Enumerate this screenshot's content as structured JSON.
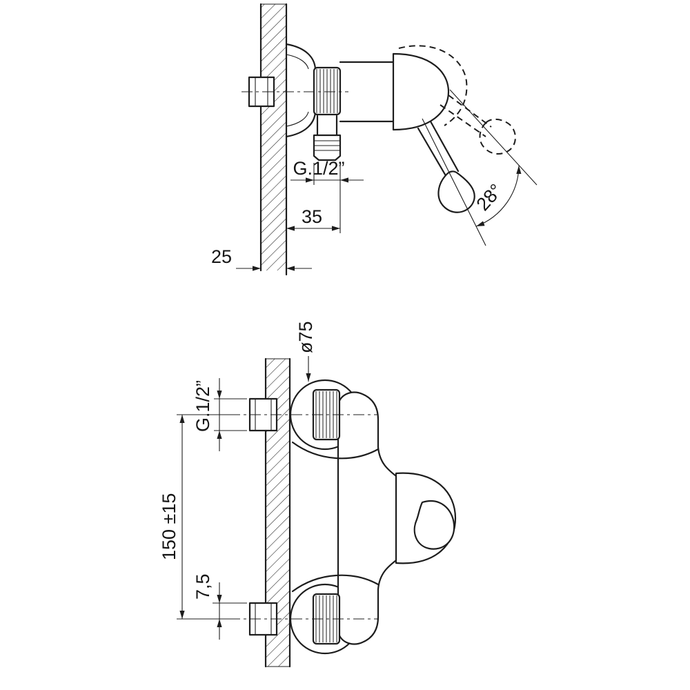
{
  "page": {
    "background": "#ffffff"
  },
  "drawing": {
    "line_color": "#1d1d1d",
    "side_view": {
      "labels": {
        "outlet_thread": "G.1/2”",
        "depth": "35",
        "wall_offset": "25",
        "handle_angle": "28°"
      }
    },
    "front_view": {
      "labels": {
        "flange_diameter": "ø75",
        "inlet_thread": "G.1/2”",
        "centers_distance": "150 ±15",
        "offset": "7,5"
      }
    }
  }
}
